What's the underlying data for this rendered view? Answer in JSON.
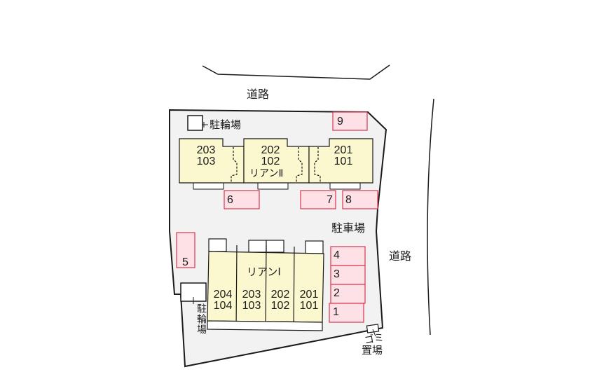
{
  "roads": {
    "north_label": "道路",
    "east_label": "道路"
  },
  "facilities": {
    "bike_parking_top": "駐輪場",
    "bike_parking_left": "駐輪場",
    "parking_lot": "駐車場",
    "garbage_area_line1": "ゴミ",
    "garbage_area_line2": "置場"
  },
  "building_2": {
    "name": "リアンⅡ",
    "units": [
      {
        "upper": "203",
        "lower": "103"
      },
      {
        "upper": "202",
        "lower": "102"
      },
      {
        "upper": "201",
        "lower": "101"
      }
    ]
  },
  "building_1": {
    "name": "リアンⅠ",
    "units": [
      {
        "upper": "204",
        "lower": "104"
      },
      {
        "upper": "203",
        "lower": "103"
      },
      {
        "upper": "202",
        "lower": "102"
      },
      {
        "upper": "201",
        "lower": "101"
      }
    ]
  },
  "parking_spaces": [
    "1",
    "2",
    "3",
    "4",
    "5",
    "6",
    "7",
    "8",
    "9"
  ],
  "colors": {
    "lot_fill": "#f2f2f2",
    "building_fill": "#fbf8cf",
    "parking_fill": "#fde1e6",
    "parking_stroke": "#d9364f",
    "line": "#1a1a1a"
  }
}
